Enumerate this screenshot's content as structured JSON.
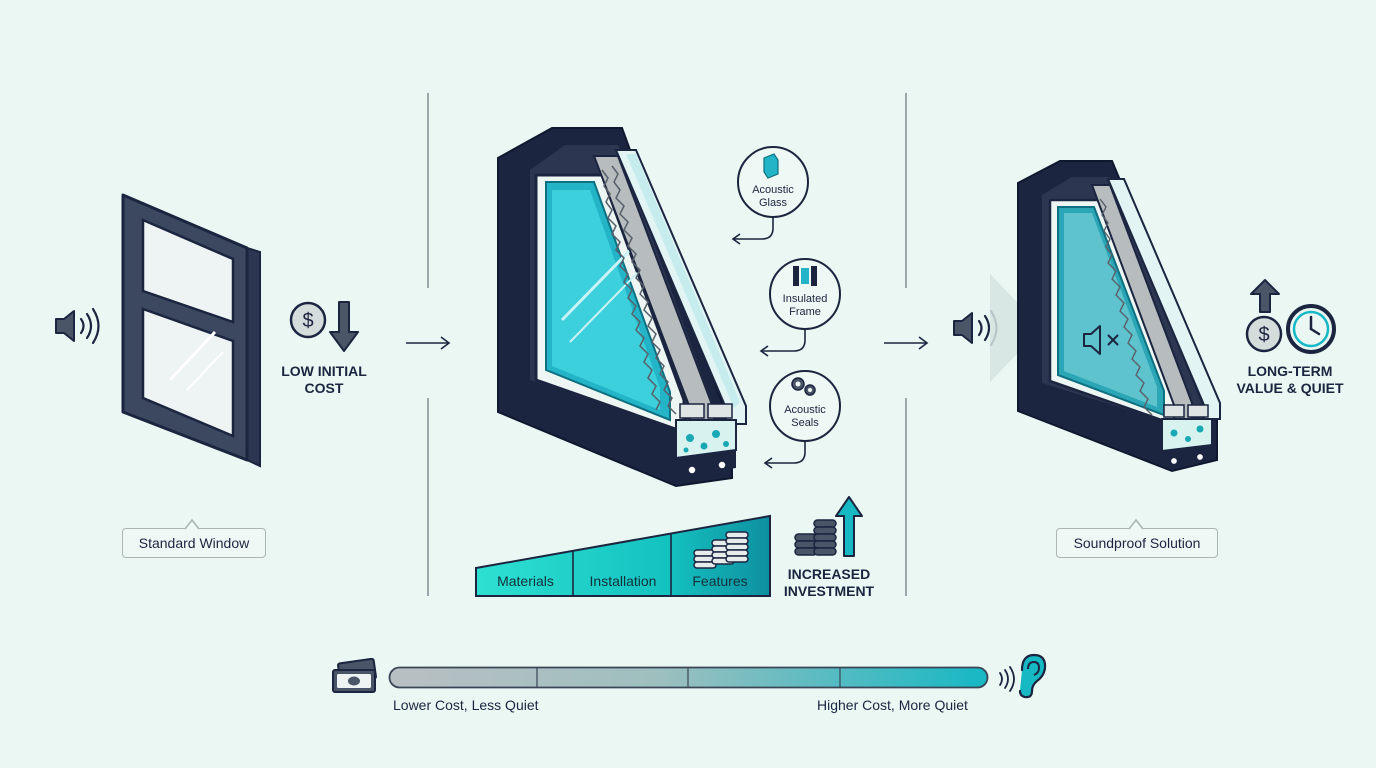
{
  "standard": {
    "tag": "Standard Window",
    "cost_caption": [
      "LOW INITIAL",
      "COST"
    ]
  },
  "callouts": {
    "glass": [
      "Acoustic",
      "Glass"
    ],
    "frame": [
      "Insulated",
      "Frame"
    ],
    "seals": [
      "Acoustic",
      "Seals"
    ]
  },
  "investment": {
    "segments": [
      "Materials",
      "Installation",
      "Features"
    ],
    "caption": [
      "INCREASED",
      "INVESTMENT"
    ]
  },
  "soundproof": {
    "tag": "Soundproof Solution",
    "value_caption": [
      "LONG-TERM",
      "VALUE & QUIET"
    ]
  },
  "scale": {
    "left_label": "Lower Cost, Less Quiet",
    "right_label": "Higher Cost, More Quiet"
  },
  "colors": {
    "navy": "#1b2540",
    "teal": "#16b8c4",
    "mint_bg": "#eaf7f2",
    "gray": "#a7b0b4"
  }
}
